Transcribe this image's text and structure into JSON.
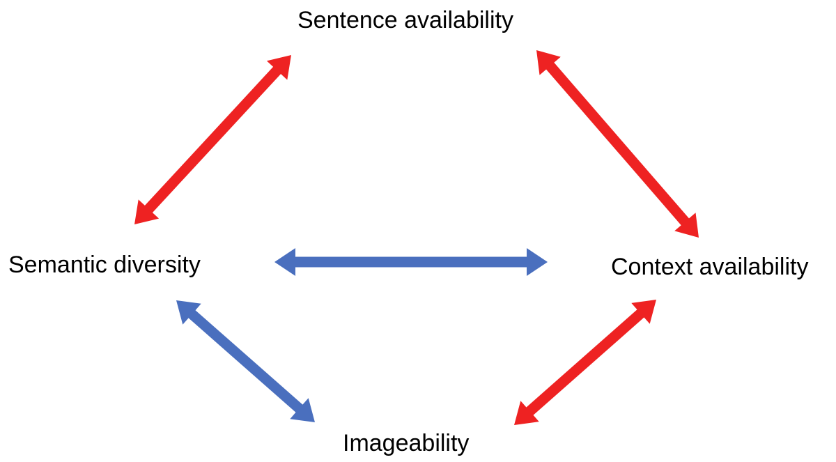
{
  "nodes": {
    "sentence_availability": "Sentence availability",
    "semantic_diversity": "Semantic diversity",
    "context_availability": "Context availability",
    "imageability": "Imageability"
  },
  "colors": {
    "red_link": "#ee2222",
    "blue_link": "#4a6fbe",
    "text": "#000000",
    "background": "#ffffff"
  },
  "links": [
    {
      "from": "semantic_diversity",
      "to": "sentence_availability",
      "color": "red_link",
      "direction": "bidirectional"
    },
    {
      "from": "sentence_availability",
      "to": "context_availability",
      "color": "red_link",
      "direction": "bidirectional"
    },
    {
      "from": "semantic_diversity",
      "to": "context_availability",
      "color": "blue_link",
      "direction": "bidirectional"
    },
    {
      "from": "semantic_diversity",
      "to": "imageability",
      "color": "blue_link",
      "direction": "bidirectional"
    },
    {
      "from": "imageability",
      "to": "context_availability",
      "color": "red_link",
      "direction": "bidirectional"
    }
  ]
}
